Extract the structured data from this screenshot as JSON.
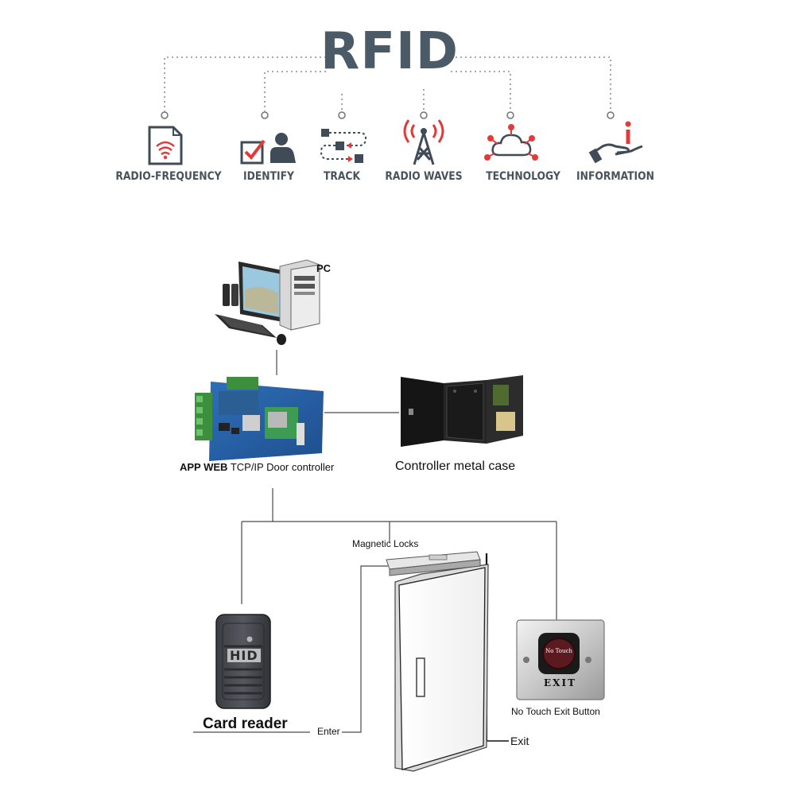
{
  "header": {
    "title": "RFID",
    "categories": [
      {
        "label": "RADIO-FREQUENCY",
        "icon": "rfid-card-icon"
      },
      {
        "label": "IDENTIFY",
        "icon": "identify-person-icon"
      },
      {
        "label": "TRACK",
        "icon": "track-path-icon"
      },
      {
        "label": "RADIO WAVES",
        "icon": "radio-tower-icon"
      },
      {
        "label": "TECHNOLOGY",
        "icon": "cloud-network-icon"
      },
      {
        "label": "INFORMATION",
        "icon": "hand-info-icon"
      }
    ]
  },
  "diagram": {
    "pc": {
      "label": "PC"
    },
    "controller": {
      "label_bold": "APP WEB",
      "label_rest": " TCP/IP Door controller"
    },
    "metal_case": {
      "label": "Controller metal case"
    },
    "magnetic_lock": {
      "label": "Magnetic Locks"
    },
    "card_reader": {
      "label": "Card reader",
      "brand": "HID"
    },
    "exit_button": {
      "label": "No Touch Exit Button",
      "face_text": "No Touch",
      "plate_text": "EXIT"
    },
    "enter_label": "Enter",
    "exit_label": "Exit"
  },
  "colors": {
    "title": "#4a5a66",
    "accent": "#e23a3a",
    "icon": "#3f4c57"
  }
}
